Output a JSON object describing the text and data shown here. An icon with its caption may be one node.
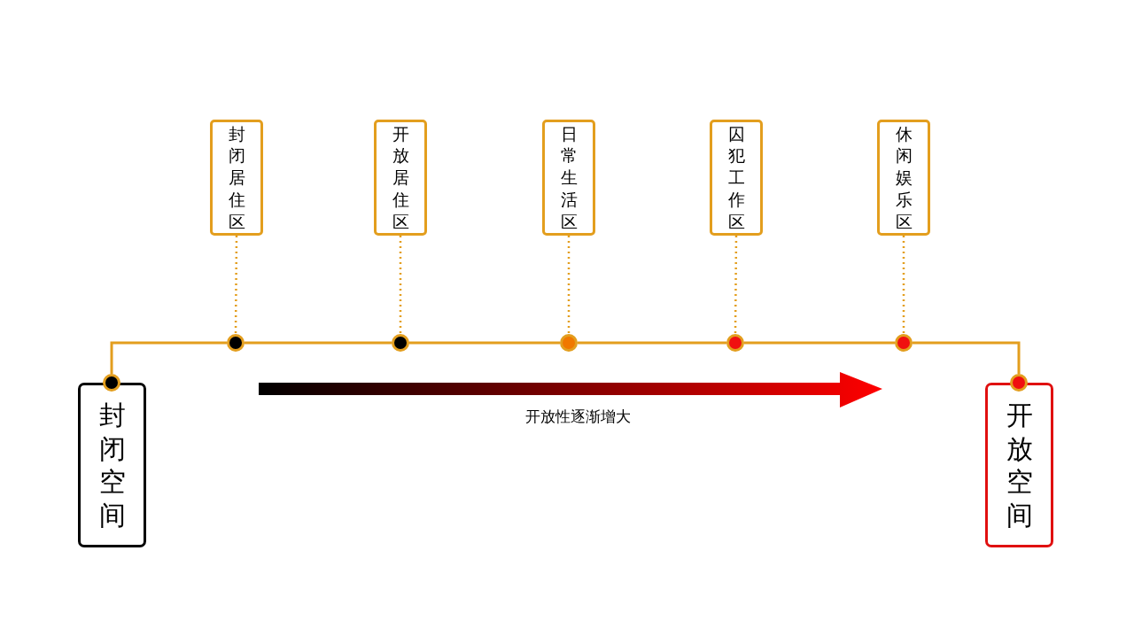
{
  "diagram": {
    "nodes": [
      {
        "text": [
          "封闭居住区"
        ]
      },
      {
        "text": [
          "开放居住区"
        ]
      },
      {
        "text": [
          "日常生活区"
        ]
      },
      {
        "text": [
          "囚犯工作区"
        ]
      },
      {
        "text": [
          "休闲娱乐区"
        ]
      },
      {
        "text": [],
        "shape": "circle"
      },
      {
        "text": [],
        "shape": "circle"
      },
      {
        "text": [],
        "shape": "circle"
      },
      {
        "text": [],
        "shape": "circle"
      },
      {
        "text": [],
        "shape": "circle"
      },
      {
        "text": [],
        "shape": "circle"
      },
      {
        "text": [],
        "shape": "circle"
      },
      {
        "text": [
          "封闭空间"
        ]
      },
      {
        "text": [
          "开放空间"
        ]
      }
    ],
    "edges": [
      {
        "from": 0,
        "to": 6,
        "arrow": "none",
        "style": "dashed"
      },
      {
        "from": 1,
        "to": 7,
        "arrow": "none",
        "style": "dashed"
      },
      {
        "from": 2,
        "to": 8,
        "arrow": "none",
        "style": "dashed"
      },
      {
        "from": 3,
        "to": 9,
        "arrow": "none",
        "style": "dashed"
      },
      {
        "from": 4,
        "to": 10,
        "arrow": "none",
        "style": "dashed"
      },
      {
        "from": 5,
        "to": 6,
        "arrow": "none"
      },
      {
        "from": 6,
        "to": 7,
        "arrow": "none"
      },
      {
        "from": 7,
        "to": 8,
        "arrow": "none"
      },
      {
        "from": 8,
        "to": 9,
        "arrow": "none"
      },
      {
        "from": 9,
        "to": 10,
        "arrow": "none"
      },
      {
        "from": 10,
        "to": 11,
        "arrow": "none"
      }
    ],
    "labels": [
      "开放性逐渐增大"
    ]
  }
}
